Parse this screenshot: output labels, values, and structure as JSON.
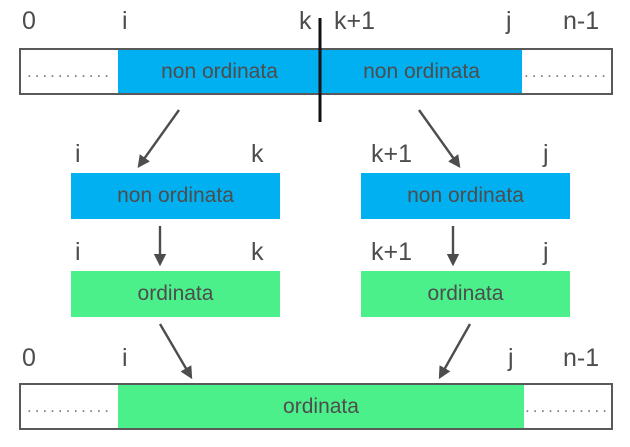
{
  "diagram": {
    "title": "merge-sort-partition-diagram",
    "colors": {
      "unsorted": "#00b0f0",
      "sorted": "#4cf08a",
      "outline": "#595959",
      "text": "#4d4d4d",
      "arrow": "#4d4d4d",
      "background": "#ffffff"
    },
    "dots_filler": "..........."
  },
  "top_array": {
    "labels": {
      "start": "0",
      "i": "i",
      "k": "k",
      "k_plus_1": "k+1",
      "j": "j",
      "end": "n-1"
    },
    "left_segment_text": "non ordinata",
    "right_segment_text": "non ordinata",
    "left_filler": "...........",
    "right_filler": "..........."
  },
  "middle_unsorted": {
    "left": {
      "from_label": "i",
      "to_label": "k",
      "text": "non ordinata"
    },
    "right": {
      "from_label": "k+1",
      "to_label": "j",
      "text": "non ordinata"
    }
  },
  "middle_sorted": {
    "left": {
      "from_label": "i",
      "to_label": "k",
      "text": "ordinata"
    },
    "right": {
      "from_label": "k+1",
      "to_label": "j",
      "text": "ordinata"
    }
  },
  "bottom_array": {
    "labels": {
      "start": "0",
      "i": "i",
      "j": "j",
      "end": "n-1"
    },
    "segment_text": "ordinata",
    "left_filler": "...........",
    "right_filler": "..........."
  }
}
